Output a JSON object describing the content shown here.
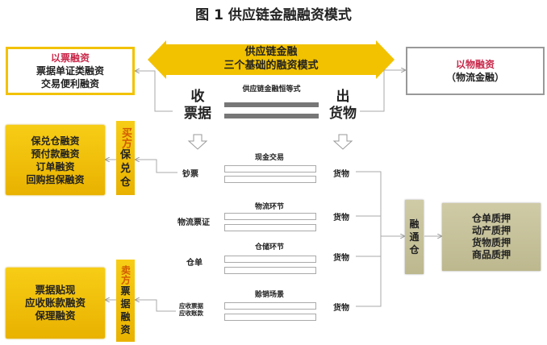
{
  "title": "图 1  供应链金融融资模式",
  "center_arrow": {
    "line1": "供应链金融",
    "line2": "三个基础的融资模式"
  },
  "left_top_box": {
    "heading": "以票融资",
    "lines": [
      "票据单证类融资",
      "交易便利融资"
    ]
  },
  "right_top_box": {
    "heading": "以物融资",
    "lines": [
      "（物流金融）"
    ]
  },
  "identity_label": "供应链金融恒等式",
  "receive": {
    "line1": "收",
    "line2": "票据"
  },
  "ship": {
    "line1": "出",
    "line2": "货物"
  },
  "buyer_box": {
    "lines": [
      "保兑仓融资",
      "预付款融资",
      "订单融资",
      "回购担保融资"
    ]
  },
  "buyer_vertical": {
    "accent": "买方",
    "rest": [
      "保",
      "兑",
      "仓"
    ]
  },
  "seller_box": {
    "lines": [
      "票据贴现",
      "应收账款融资",
      "保理融资"
    ]
  },
  "seller_vertical": {
    "accent": "卖方",
    "rest": [
      "票",
      "据",
      "融",
      "资"
    ]
  },
  "scenes": [
    {
      "title": "现金交易",
      "left": "钞票",
      "right": "货物"
    },
    {
      "title": "物流环节",
      "left": "物流票证",
      "right": "货物"
    },
    {
      "title": "仓储环节",
      "left": "仓单",
      "right": "货物"
    },
    {
      "title": "赊销场景",
      "left": [
        "应收票据",
        "应收账款"
      ],
      "right": "货物"
    }
  ],
  "hub": {
    "chars": [
      "融",
      "通",
      "仓"
    ]
  },
  "pledge_box": {
    "lines": [
      "仓单质押",
      "动产质押",
      "货物质押",
      "商品质押"
    ]
  },
  "colors": {
    "yellow": "#f2c200",
    "olive": "#c6c29a",
    "red": "#c8284a",
    "orange": "#d25a00"
  }
}
